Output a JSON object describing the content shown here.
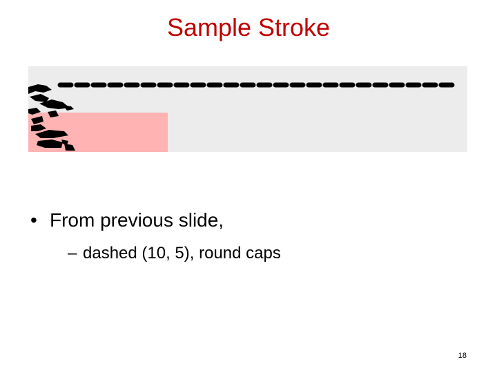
{
  "slide": {
    "title": "Sample Stroke",
    "title_color": "#c00000",
    "bullet_symbol": "•",
    "bullet_text": "From previous slide,",
    "sub_bullet_symbol": "–",
    "sub_bullet_text": "dashed (10, 5), round caps",
    "page_number": "18"
  },
  "figure": {
    "background_color": "#ececec",
    "fill_color": "#ffb3b3",
    "stroke_color": "#000000",
    "stroke_style": "dashed (10, 5), round caps",
    "icon": "dashed-stroke-image"
  }
}
